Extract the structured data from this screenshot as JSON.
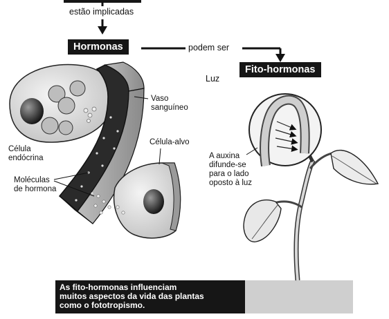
{
  "flow": {
    "implied_label": "estão implicadas",
    "hormones_box": "Hormonas",
    "can_be_label": "podem ser",
    "phyto_box": "Fito-hormonas",
    "light_label": "Luz"
  },
  "animal_labels": {
    "vessel": [
      "Vaso",
      "sanguíneo"
    ],
    "endocrine_cell": [
      "Célula",
      "endócrina"
    ],
    "target_cell": "Célula-alvo",
    "hormone_molecules": [
      "Moléculas",
      "de hormona"
    ]
  },
  "plant_labels": {
    "auxin_note": [
      "A auxina",
      "difunde-se",
      "para o lado",
      "oposto à luz"
    ]
  },
  "caption": [
    "As fito-hormonas influenciam",
    "muitos aspectos da vida das plantas",
    "como o fototropismo."
  ],
  "colors": {
    "box_fill": "#161616",
    "vessel_dark": "#2a2a2a",
    "cell_fill": "#d9d9d9",
    "ground": "#cfcfcf"
  }
}
